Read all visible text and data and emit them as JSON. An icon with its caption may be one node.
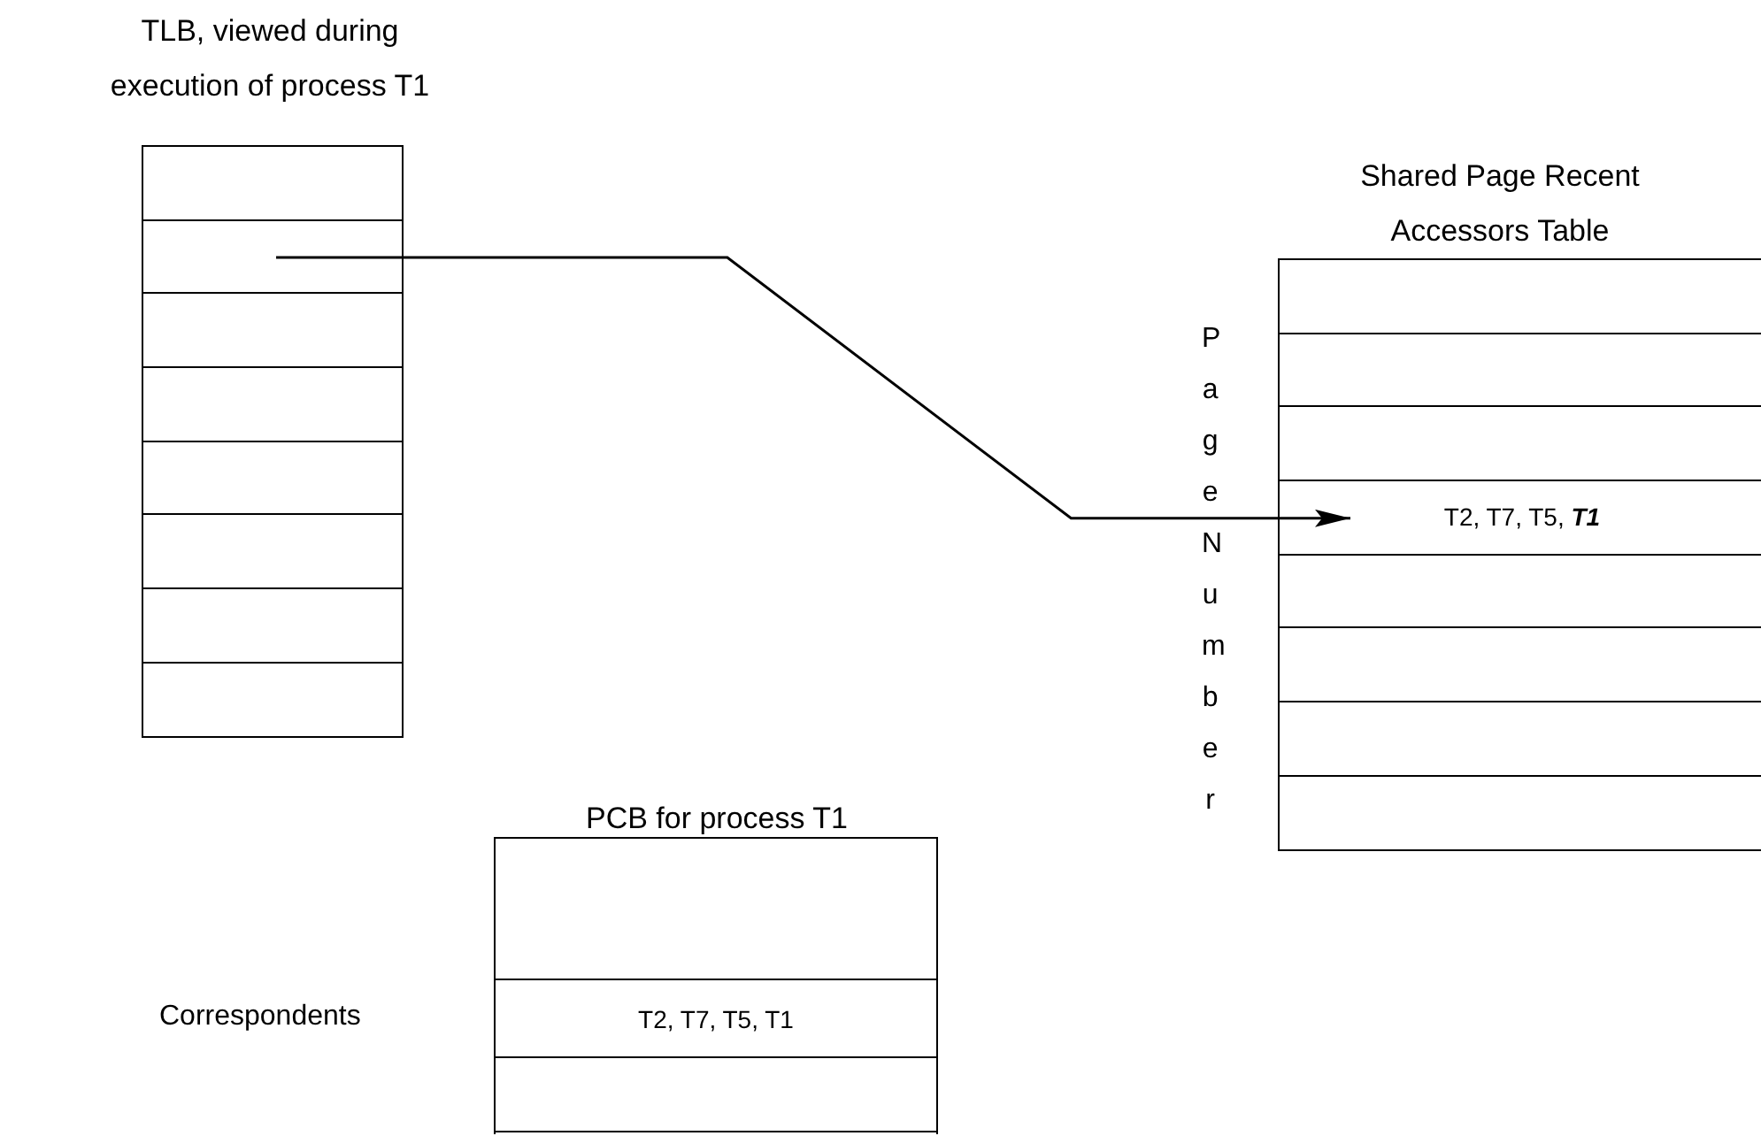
{
  "diagram": {
    "nodes": [
      {
        "text": [
          "TLB, viewed during execution of process T1"
        ]
      },
      {
        "text": [],
        "shape": "box",
        "in": 0
      },
      {
        "text": [],
        "shape": "box",
        "in": 0
      },
      {
        "text": [],
        "shape": "box",
        "in": 0
      },
      {
        "text": [],
        "shape": "box",
        "in": 0
      },
      {
        "text": [],
        "shape": "box",
        "in": 0
      },
      {
        "text": [],
        "shape": "box",
        "in": 0
      },
      {
        "text": [],
        "shape": "box",
        "in": 0
      },
      {
        "text": [],
        "shape": "box",
        "in": 0
      },
      {
        "text": [
          "Shared Page Recent Accessors Table"
        ],
        "beside": [
          "Page Number"
        ]
      },
      {
        "text": [],
        "shape": "box",
        "in": 9
      },
      {
        "text": [],
        "shape": "box",
        "in": 9
      },
      {
        "text": [],
        "shape": "box",
        "in": 9
      },
      {
        "text": [
          "T2, T7, T5, **T1**"
        ],
        "in": 9
      },
      {
        "text": [],
        "shape": "box",
        "in": 9
      },
      {
        "text": [],
        "shape": "box",
        "in": 9
      },
      {
        "text": [],
        "shape": "box",
        "in": 9
      },
      {
        "text": [],
        "shape": "box",
        "in": 9
      },
      {
        "text": [
          "PCB for process T1"
        ]
      },
      {
        "text": [],
        "shape": "box",
        "in": 18
      },
      {
        "text": [
          "T2, T7, T5, T1"
        ],
        "in": 18
      },
      {
        "text": [],
        "shape": "box",
        "in": 18
      }
    ],
    "edges": [
      {
        "from": 2,
        "to": 13,
        "arrow": "to"
      }
    ],
    "labels": [
      "Correspondents"
    ]
  }
}
